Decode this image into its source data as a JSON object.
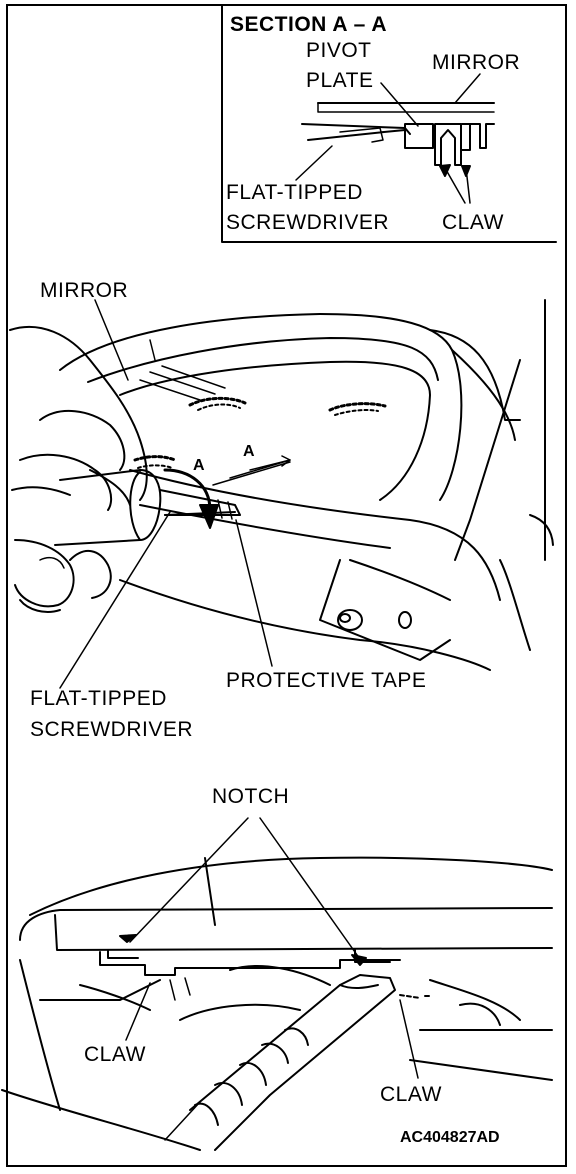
{
  "section": {
    "title": "SECTION A – A",
    "pivot_line1": "PIVOT",
    "pivot_line2": "PLATE",
    "mirror": "MIRROR",
    "screwdriver_line1": "FLAT-TIPPED",
    "screwdriver_line2": "SCREWDRIVER",
    "claw": "CLAW"
  },
  "middle": {
    "mirror": "MIRROR",
    "section_marker_left": "A",
    "section_marker_right": "A",
    "protective_tape": "PROTECTIVE TAPE",
    "screwdriver_line1": "FLAT-TIPPED",
    "screwdriver_line2": "SCREWDRIVER"
  },
  "bottom": {
    "notch": "NOTCH",
    "claw_left": "CLAW",
    "claw_right": "CLAW"
  },
  "figure_code": "AC404827AD"
}
